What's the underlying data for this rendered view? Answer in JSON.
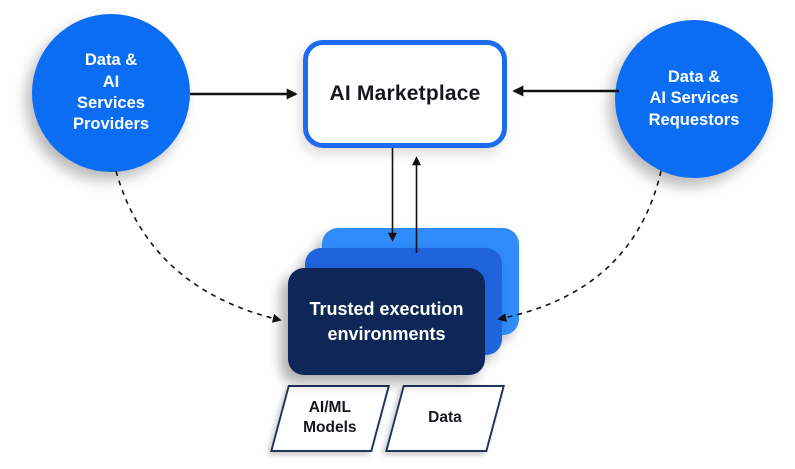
{
  "nodes": {
    "providers": {
      "lines": [
        "Data &",
        "AI",
        "Services",
        "Providers"
      ]
    },
    "requestors": {
      "lines": [
        "Data &",
        "AI Services",
        "Requestors"
      ]
    },
    "marketplace": {
      "label": "AI Marketplace"
    },
    "tee": {
      "lines": [
        "Trusted execution",
        "environments"
      ]
    },
    "models": {
      "lines": [
        "AI/ML",
        "Models"
      ]
    },
    "data": {
      "label": "Data"
    }
  },
  "colors": {
    "node_blue": "#0B6CF4",
    "marketplace_border": "#1C6BF0",
    "tee_back": "#2F8CFA",
    "tee_middle": "#1F64DC",
    "tee_front": "#0E2758",
    "outline_navy": "#22335C",
    "arrow_black": "#111111",
    "text_dark": "#16181D",
    "text_white": "#FFFFFF"
  }
}
